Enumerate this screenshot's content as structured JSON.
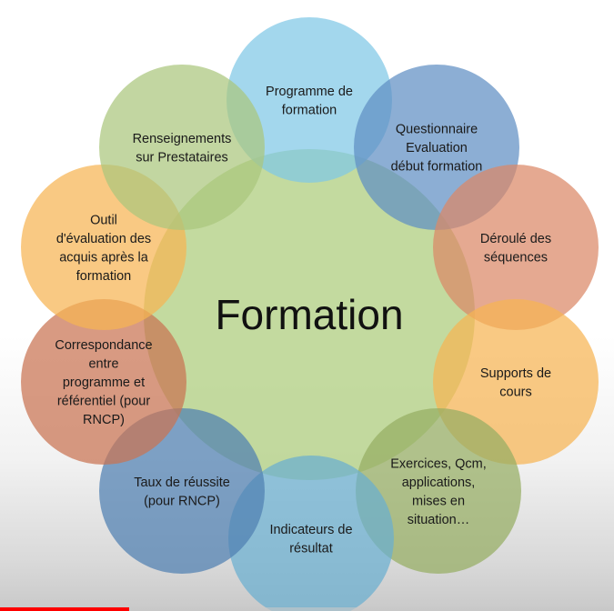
{
  "center": {
    "label": "Formation",
    "color": "#b9d38e"
  },
  "satellites": [
    {
      "key": "programme",
      "lines": [
        "Programme de",
        "formation"
      ],
      "color": "#7fc7e6"
    },
    {
      "key": "questionnaire",
      "lines": [
        "Questionnaire",
        "Evaluation",
        "début formation"
      ],
      "color": "#5f8fc4"
    },
    {
      "key": "deroule",
      "lines": [
        "Déroulé des",
        "séquences"
      ],
      "color": "#db8866"
    },
    {
      "key": "supports",
      "lines": [
        "Supports de",
        "cours"
      ],
      "color": "#f7b453"
    },
    {
      "key": "exercices",
      "lines": [
        "Exercices, Qcm,",
        "applications,",
        "mises en",
        "situation…"
      ],
      "color": "#95ad62"
    },
    {
      "key": "indicateurs",
      "lines": [
        "Indicateurs de",
        "résultat"
      ],
      "color": "#6aaed0"
    },
    {
      "key": "taux",
      "lines": [
        "Taux de réussite",
        "(pour RNCP)"
      ],
      "color": "#4f80b2"
    },
    {
      "key": "correspondance",
      "lines": [
        "Correspondance",
        "entre",
        "programme et",
        "référentiel (pour",
        "RNCP)"
      ],
      "color": "#c97352"
    },
    {
      "key": "outil",
      "lines": [
        "Outil",
        "d'évaluation des",
        "acquis après la",
        "formation"
      ],
      "color": "#f7b453"
    },
    {
      "key": "renseignements",
      "lines": [
        "Renseignements",
        "sur Prestataires"
      ],
      "color": "#aac67d"
    }
  ],
  "video_progress": 0.21
}
